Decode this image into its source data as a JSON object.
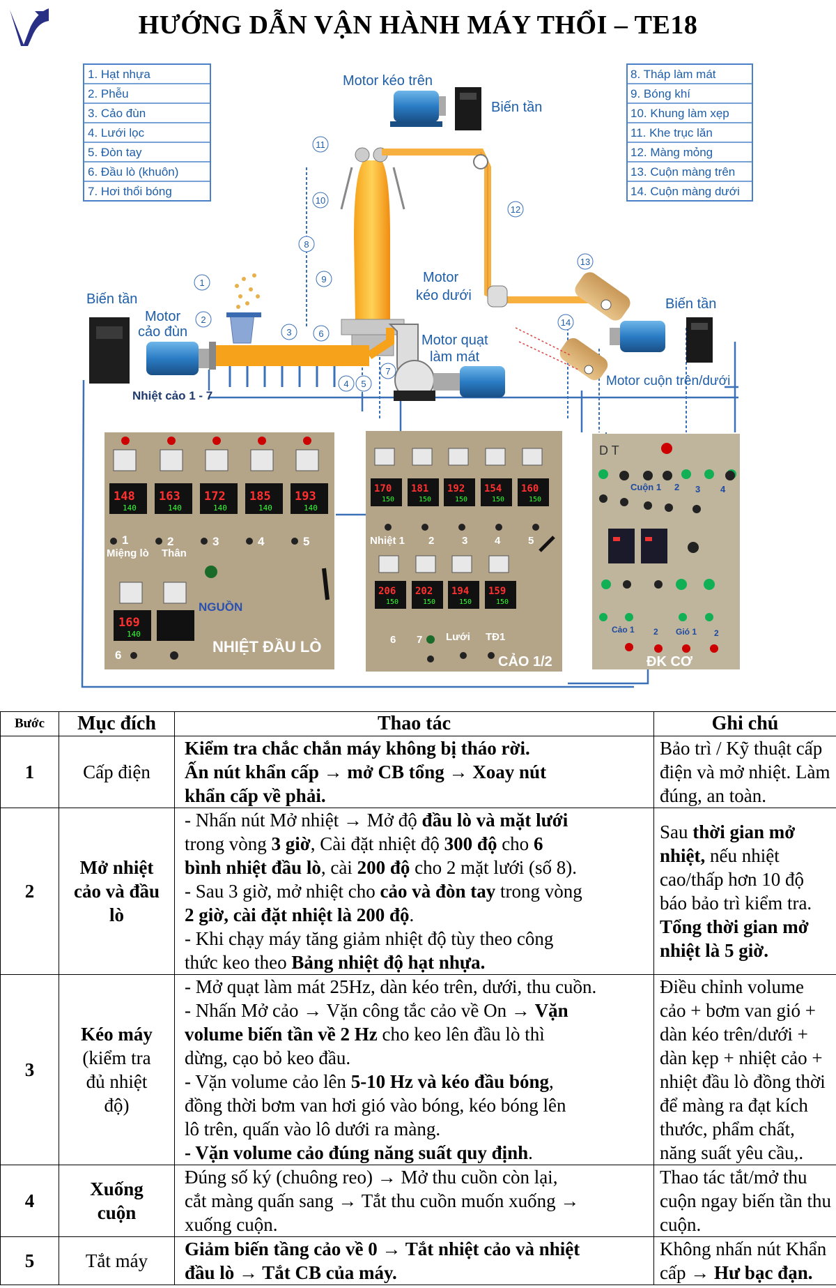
{
  "title": "HƯỚNG DẪN VẬN HÀNH MÁY THỔI – TE18",
  "legend_left": [
    "1. Hạt nhựa",
    "2. Phễu",
    "3. Cảo đùn",
    "4. Lưới lọc",
    "5. Đòn tay",
    "6. Đầu lò (khuôn)",
    "7. Hơi thổi bóng"
  ],
  "legend_right": [
    "8. Tháp làm mát",
    "9. Bóng khí",
    "10. Khung làm xẹp",
    "11. Khe trục lăn",
    "12. Màng mỏng",
    "13. Cuộn màng trên",
    "14. Cuộn màng dưới"
  ],
  "diagram": {
    "motor_keo_tren": "Motor kéo trên",
    "bien_tan_top": "Biến tần",
    "bien_tan_left": "Biến tần",
    "motor_cao_dun": [
      "Motor",
      "cảo đùn"
    ],
    "motor_keo_duoi": [
      "Motor",
      "kéo dưới"
    ],
    "motor_quat": [
      "Motor quạt",
      "làm mát"
    ],
    "bien_tan_right": "Biến tần",
    "motor_cuon": "Motor cuộn trên/dưới",
    "nhiet_cao": "Nhiệt cảo 1 - 7",
    "callouts": [
      "1",
      "2",
      "3",
      "4",
      "5",
      "6",
      "7",
      "8",
      "9",
      "10",
      "11",
      "12",
      "13",
      "14"
    ]
  },
  "panel1": {
    "readings": [
      "148",
      "163",
      "172",
      "185",
      "193"
    ],
    "setpoints": [
      "140",
      "140",
      "140",
      "140",
      "140"
    ],
    "zone_labels": [
      "1",
      "2",
      "3",
      "4",
      "5"
    ],
    "mieng_lo": "Miệng lò",
    "than": "Thân",
    "nguon": "NGUỒN",
    "bottom_reading": "169",
    "bottom_set": "140",
    "six": "6",
    "name": "NHIỆT ĐẦU LÒ"
  },
  "panel2": {
    "readings_top": [
      "170",
      "181",
      "192",
      "154",
      "160"
    ],
    "setpoints_top": [
      "150",
      "150",
      "150",
      "150",
      "150"
    ],
    "labels_top": [
      "Nhiệt 1",
      "2",
      "3",
      "4",
      "5"
    ],
    "readings_bottom": [
      "206",
      "202",
      "194",
      "159"
    ],
    "setpoints_bottom": [
      "150",
      "150",
      "150",
      "150"
    ],
    "labels_bottom": [
      "6",
      "7",
      "Lưới",
      "TĐ1"
    ],
    "name": "CẢO 1/2"
  },
  "panel3": {
    "dt": "D  T",
    "cuon_labels": [
      "Cuộn 1",
      "2",
      "3",
      "4"
    ],
    "cao_labels": [
      "Cảo 1",
      "2",
      "Gió 1",
      "2"
    ],
    "name": "ĐK CƠ"
  },
  "table": {
    "headers": [
      "Bước",
      "Mục đích",
      "Thao tác",
      "Ghi chú"
    ],
    "rows": [
      {
        "num": "1",
        "purpose": [
          "Cấp điện"
        ],
        "action": [
          [
            {
              "t": "Kiểm tra chắc chắn máy không bị tháo rời.",
              "b": true
            }
          ],
          [
            {
              "t": "Ấn nút khẩn cấp → mở CB tổng → Xoay nút",
              "b": true
            }
          ],
          [
            {
              "t": "khẩn cấp về phải.",
              "b": true
            }
          ]
        ],
        "note": [
          [
            {
              "t": "Bảo trì / Kỹ thuật cấp",
              "b": false
            }
          ],
          [
            {
              "t": "điện và mở nhiệt. Làm",
              "b": false
            }
          ],
          [
            {
              "t": "đúng, an toàn.",
              "b": false
            }
          ]
        ]
      },
      {
        "num": "2",
        "purpose": [
          "Mở nhiệt",
          "cảo và đầu",
          "lò"
        ],
        "action": [
          [
            {
              "t": "- Nhấn nút Mở nhiệt → Mở độ ",
              "b": false
            },
            {
              "t": "đầu lò và mặt lưới",
              "b": true
            }
          ],
          [
            {
              "t": "trong vòng ",
              "b": false
            },
            {
              "t": "3 giờ",
              "b": true
            },
            {
              "t": ", Cài đặt nhiệt độ ",
              "b": false
            },
            {
              "t": "300 độ",
              "b": true
            },
            {
              "t": " cho ",
              "b": false
            },
            {
              "t": "6",
              "b": true
            }
          ],
          [
            {
              "t": "bình nhiệt đầu lò",
              "b": true
            },
            {
              "t": ", cài ",
              "b": false
            },
            {
              "t": "200 độ",
              "b": true
            },
            {
              "t": " cho 2 mặt lưới (số 8).",
              "b": false
            }
          ],
          [
            {
              "t": "- Sau 3 giờ, mở nhiệt cho ",
              "b": false
            },
            {
              "t": "cảo và đòn tay",
              "b": true
            },
            {
              "t": " trong vòng",
              "b": false
            }
          ],
          [
            {
              "t": "2 giờ, cài đặt nhiệt là 200 độ",
              "b": true
            },
            {
              "t": ".",
              "b": false
            }
          ],
          [
            {
              "t": "- Khi chạy máy tăng giảm nhiệt độ tùy theo công",
              "b": false
            }
          ],
          [
            {
              "t": "thức keo theo ",
              "b": false
            },
            {
              "t": "Bảng nhiệt độ hạt nhựa.",
              "b": true
            }
          ]
        ],
        "note": [
          [
            {
              "t": "Sau ",
              "b": false
            },
            {
              "t": "thời gian mở",
              "b": true
            }
          ],
          [
            {
              "t": "nhiệt,",
              "b": true
            },
            {
              "t": " nếu nhiệt",
              "b": false
            }
          ],
          [
            {
              "t": "cao/thấp hơn 10 độ",
              "b": false
            }
          ],
          [
            {
              "t": "báo bảo trì kiểm tra.",
              "b": false
            }
          ],
          [
            {
              "t": "Tổng thời gian mở",
              "b": true
            }
          ],
          [
            {
              "t": "nhiệt là 5 giờ.",
              "b": true
            }
          ],
          [
            {
              "t": " ",
              "b": false
            }
          ]
        ]
      },
      {
        "num": "3",
        "purpose": [
          "Kéo máy",
          "(kiểm tra",
          "đủ nhiệt",
          "độ)"
        ],
        "action": [
          [
            {
              "t": "- Mở quạt làm mát 25Hz, dàn kéo trên, dưới, thu cuồn.",
              "b": false
            }
          ],
          [
            {
              "t": "- Nhấn Mở cảo → Vặn công tắc cảo về On → ",
              "b": false
            },
            {
              "t": "Vặn",
              "b": true
            }
          ],
          [
            {
              "t": "volume biến tần về 2 Hz",
              "b": true
            },
            {
              "t": " cho keo lên đầu lò thì",
              "b": false
            }
          ],
          [
            {
              "t": "dừng, cạo bỏ keo đầu.",
              "b": false
            }
          ],
          [
            {
              "t": "- Vặn volume cảo lên ",
              "b": false
            },
            {
              "t": "5-10 Hz và kéo đầu bóng",
              "b": true
            },
            {
              "t": ",",
              "b": false
            }
          ],
          [
            {
              "t": "đồng thời bơm van hơi gió vào bóng, kéo bóng lên",
              "b": false
            }
          ],
          [
            {
              "t": "lô trên, quấn vào lô dưới ra màng.",
              "b": false
            }
          ],
          [
            {
              "t": "- Vặn volume cảo đúng năng suất quy định",
              "b": true
            },
            {
              "t": ".",
              "b": false
            }
          ]
        ],
        "note": [
          [
            {
              "t": "Điều chỉnh volume",
              "b": false
            }
          ],
          [
            {
              "t": "cảo + bơm van gió +",
              "b": false
            }
          ],
          [
            {
              "t": "dàn kéo trên/dưới +",
              "b": false
            }
          ],
          [
            {
              "t": "dàn kẹp + nhiệt cảo +",
              "b": false
            }
          ],
          [
            {
              "t": "nhiệt đầu lò đồng thời",
              "b": false
            }
          ],
          [
            {
              "t": "để màng ra đạt kích",
              "b": false
            }
          ],
          [
            {
              "t": "thước, phẩm chất,",
              "b": false
            }
          ],
          [
            {
              "t": "năng suất yêu cầu,.",
              "b": false
            }
          ]
        ]
      },
      {
        "num": "4",
        "purpose": [
          "Xuống",
          "cuộn"
        ],
        "action": [
          [
            {
              "t": "Đúng số ký (chuông reo) → Mở thu cuồn còn lại,",
              "b": false
            }
          ],
          [
            {
              "t": "cắt màng quấn sang → Tắt thu cuồn muốn xuống →",
              "b": false
            }
          ],
          [
            {
              "t": "xuống cuộn.",
              "b": false
            }
          ]
        ],
        "note": [
          [
            {
              "t": "Thao tác tắt/mở thu",
              "b": false
            }
          ],
          [
            {
              "t": "cuộn ngay biến tần thu",
              "b": false
            }
          ],
          [
            {
              "t": "cuộn.",
              "b": false
            }
          ]
        ]
      },
      {
        "num": "5",
        "purpose": [
          "Tắt máy"
        ],
        "action": [
          [
            {
              "t": "Giảm biến tầng cảo về 0 → Tắt nhiệt cảo và nhiệt",
              "b": true
            }
          ],
          [
            {
              "t": "đầu lò → Tắt CB của máy.",
              "b": true
            }
          ]
        ],
        "note": [
          [
            {
              "t": "Không nhấn nút Khẩn",
              "b": false
            }
          ],
          [
            {
              "t": "cấp → ",
              "b": false
            },
            {
              "t": "Hư bạc đạn.",
              "b": true
            }
          ]
        ]
      }
    ]
  }
}
